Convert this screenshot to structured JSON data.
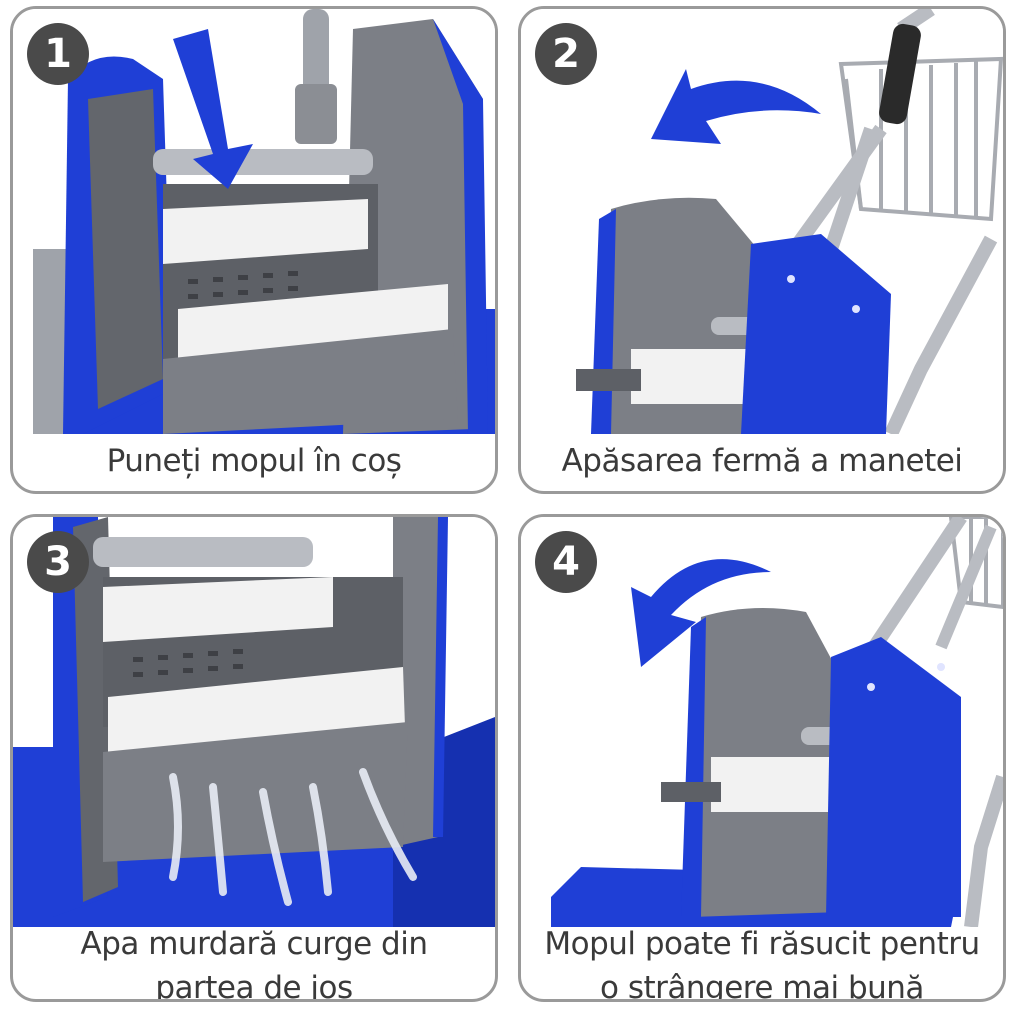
{
  "steps": [
    {
      "number": "1",
      "caption_line1": "Puneți mopul în coș",
      "caption_line2": ""
    },
    {
      "number": "2",
      "caption_line1": "Apăsarea fermă a manetei",
      "caption_line2": ""
    },
    {
      "number": "3",
      "caption_line1": "Apa murdară curge din",
      "caption_line2": "partea de jos"
    },
    {
      "number": "4",
      "caption_line1": "Mopul poate fi răsucit pentru",
      "caption_line2": "o strângere mai bună"
    }
  ],
  "colors": {
    "blue": "#1f3fd6",
    "dark_blue": "#1530b0",
    "gray_plastic": "#7c7f86",
    "dark_gray": "#5d6066",
    "metal": "#b9bcc2",
    "white_part": "#f2f2f2",
    "border": "#9a9a9a",
    "badge": "#4a4a4a"
  }
}
